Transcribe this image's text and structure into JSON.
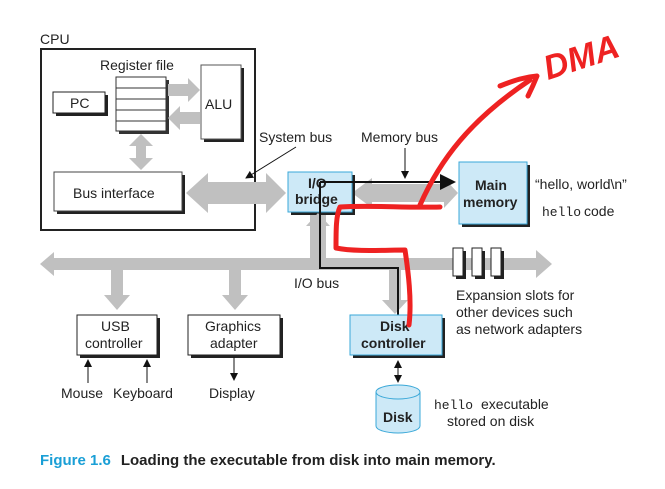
{
  "cpu": {
    "label": "CPU",
    "register_file_label": "Register file",
    "pc_label": "PC",
    "alu_label": "ALU",
    "bus_interface_label": "Bus interface"
  },
  "buses": {
    "system_bus_label": "System bus",
    "memory_bus_label": "Memory bus",
    "io_bus_label": "I/O bus"
  },
  "io_bridge": {
    "line1": "I/O",
    "line2": "bridge"
  },
  "main_memory": {
    "line1": "Main",
    "line2": "memory",
    "contents_string": "“hello, world\\n”",
    "code_mono": "hello",
    "code_text": "code"
  },
  "usb_controller": {
    "line1": "USB",
    "line2": "controller",
    "inputs": [
      "Mouse",
      "Keyboard"
    ]
  },
  "graphics_adapter": {
    "line1": "Graphics",
    "line2": "adapter",
    "output": "Display"
  },
  "disk_controller": {
    "line1": "Disk",
    "line2": "controller"
  },
  "disk": {
    "label": "Disk",
    "note_mono": "hello",
    "note_line1_rest": "executable",
    "note_line2": "stored on disk"
  },
  "expansion_slots": {
    "count": 3,
    "lines": [
      "Expansion slots for",
      "other devices such",
      "as network adapters"
    ]
  },
  "annotation": {
    "text": "DMA",
    "color": "#ee2222"
  },
  "colors": {
    "bus_gray": "#c0c0c0",
    "device_fill": "#cde9f7",
    "device_border": "#3aa8d8",
    "caption_accent": "#1a9fd6"
  },
  "caption": {
    "figure": "Figure 1.6",
    "text": "Loading the executable from disk into main memory."
  }
}
